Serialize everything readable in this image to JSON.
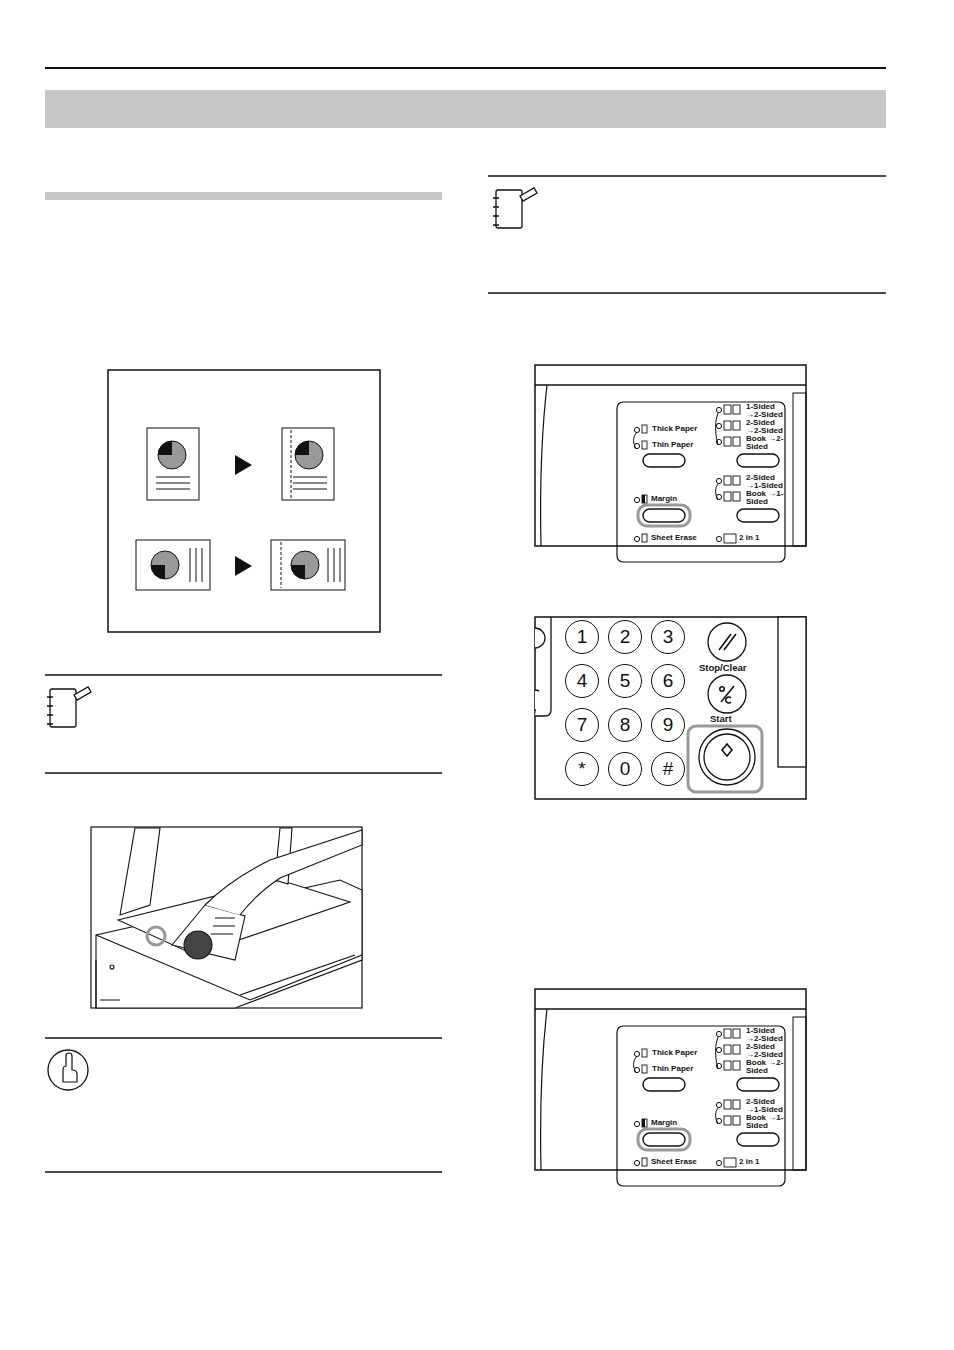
{
  "diagram": {
    "nodes": [
      {
        "text": [
          "1"
        ]
      },
      {
        "text": [
          "2"
        ]
      },
      {
        "text": [
          "3"
        ]
      },
      {
        "text": [
          "4"
        ]
      },
      {
        "text": [
          "5"
        ]
      },
      {
        "text": [
          "6"
        ]
      },
      {
        "text": [
          "7"
        ]
      },
      {
        "text": [
          "8"
        ]
      },
      {
        "text": [
          "9"
        ]
      },
      {
        "text": [
          "*"
        ]
      },
      {
        "text": [
          "0"
        ]
      },
      {
        "text": [
          "#"
        ]
      }
    ],
    "labels": [
      "Thick Paper",
      "Thin Paper",
      "Margin",
      "Sheet Erase",
      "1-Sided →2-Sided",
      "2-Sided →2-Sided",
      "Book →2-Sided",
      "2-Sided →1-Sided",
      "Book →1-Sided",
      "2 in 1",
      "Stop/Clear",
      "Start",
      "Thick Paper",
      "Thin Paper",
      "Margin",
      "Sheet Erase",
      "1-Sided →2-Sided",
      "2-Sided →2-Sided",
      "Book →2-Sided",
      "2-Sided →1-Sided",
      "Book →1-Sided",
      "2 in 1"
    ]
  }
}
